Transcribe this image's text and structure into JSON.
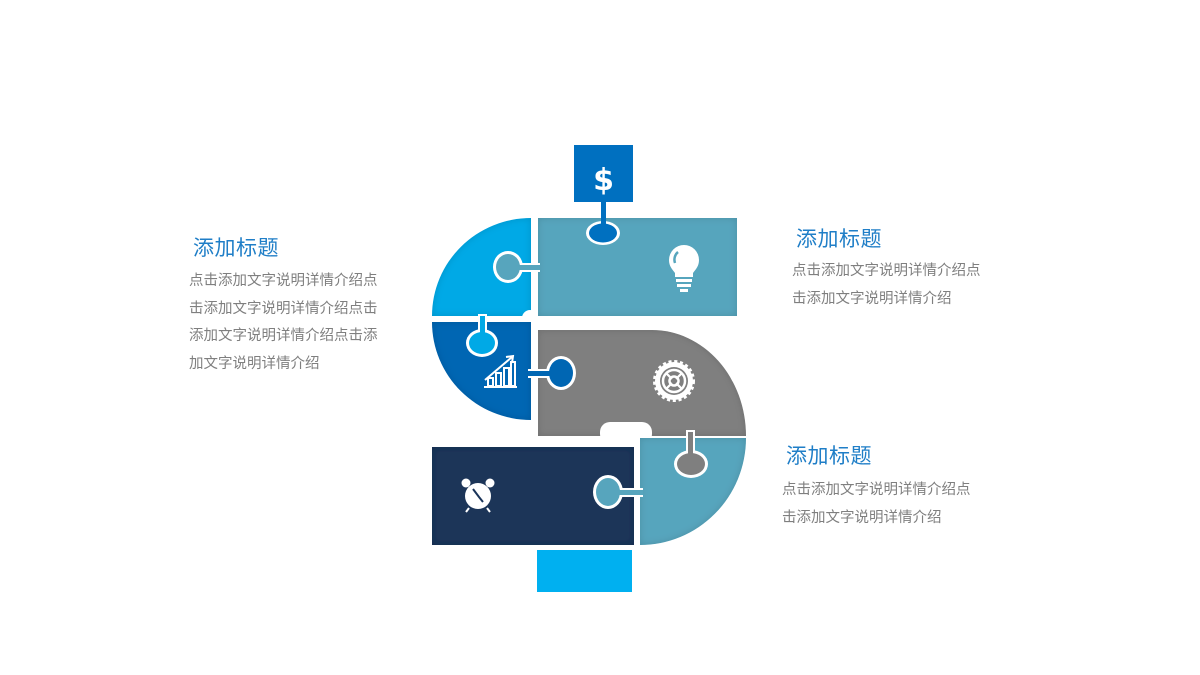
{
  "colors": {
    "dollar_box": "#0070C0",
    "top_left_quarter": "#00A9E6",
    "top_right_rect": "#57A5BD",
    "middle_left_quarter": "#0066B3",
    "middle_gray": "#7F7F7F",
    "bottom_left_rect": "#1A3459",
    "bottom_right_quarter": "#57A5BD",
    "bottom_bar": "#00B0F0",
    "title": "#1F7EC7",
    "body_text": "#7F7F7F"
  },
  "puzzle": {
    "top_symbol": "$",
    "icons": [
      "lightbulb-icon",
      "growth-chart-icon",
      "gear-icon",
      "alarm-clock-icon"
    ]
  },
  "blocks": {
    "left": {
      "title": "添加标题",
      "lines": [
        "点击添加文字说明详情介绍点",
        "击添加文字说明详情介绍点击",
        "添加文字说明详情介绍点击添",
        "加文字说明详情介绍"
      ]
    },
    "right_top": {
      "title": "添加标题",
      "lines": [
        "点击添加文字说明详情介绍点",
        "击添加文字说明详情介绍"
      ]
    },
    "right_bottom": {
      "title": "添加标题",
      "lines": [
        "点击添加文字说明详情介绍点",
        "击添加文字说明详情介绍"
      ]
    }
  }
}
